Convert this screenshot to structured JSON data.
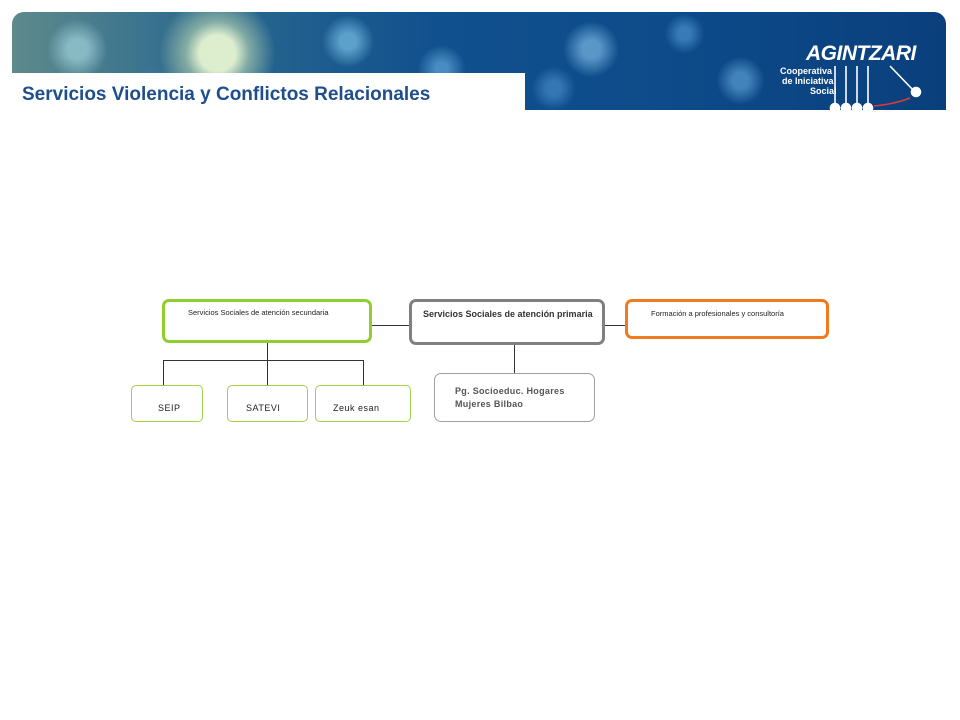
{
  "header": {
    "title": "Servicios Violencia y Conflictos Relacionales",
    "logo": {
      "name": "AGINTZARI",
      "subtitle_lines": [
        "Cooperativa",
        "de Iniciativa",
        "Social"
      ]
    }
  },
  "diagram": {
    "nodes": {
      "secundaria": "Servicios Sociales de atención secundaria",
      "primaria": "Servicios Sociales de atención primaria",
      "formacion": "Formación a profesionales y consultoría",
      "seip": "SEIP",
      "satevi": "SATEVI",
      "zeuk": "Zeuk esan",
      "hogares_line1": "Pg. Socioeduc. Hogares",
      "hogares_line2": "Mujeres Bilbao"
    }
  },
  "colors": {
    "title": "#1f4e8c",
    "green": "#8fce2c",
    "gray": "#808080",
    "orange": "#f07b1f"
  }
}
